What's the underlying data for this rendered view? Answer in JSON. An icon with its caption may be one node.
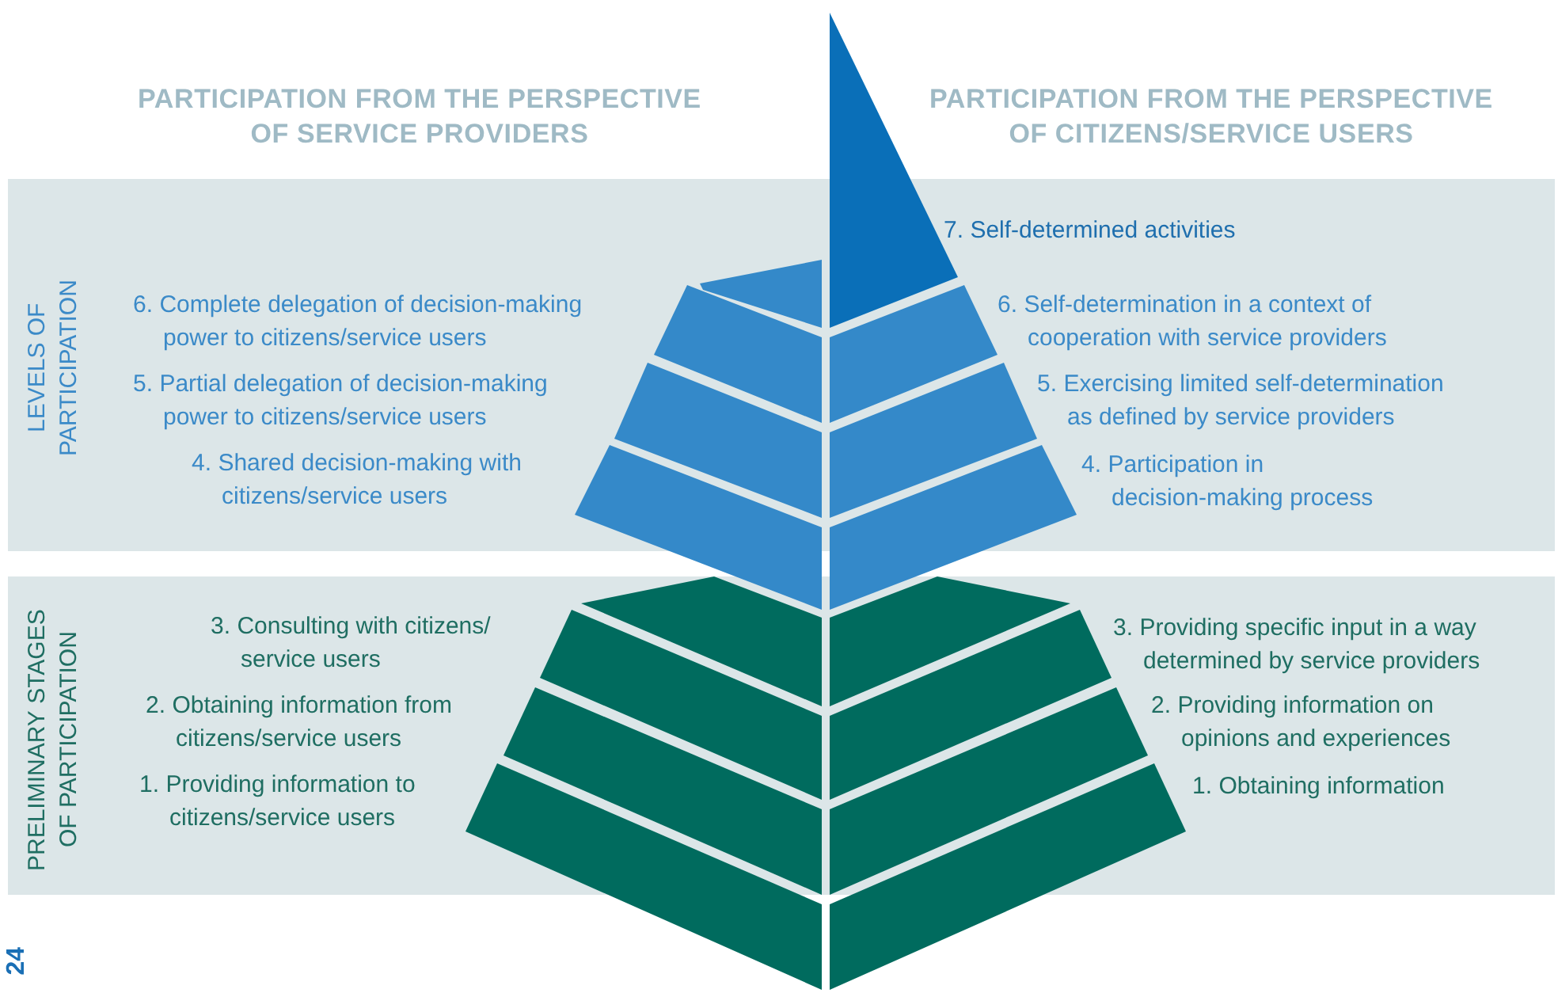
{
  "diagram": {
    "nodes": [
      {
        "text": [
          "LEVELS OF PARTICIPATION",
          "7. Self-determined activities",
          "6. Complete delegation of decision-making power to citizens/service users",
          "6. Self-determination in a context of cooperation with service providers",
          "5. Partial delegation of decision-making power to citizens/service users",
          "5. Exercising limited self-determination as defined by service providers",
          "4. Shared decision-making with citizens/service users",
          "4. Participation in decision-making process"
        ]
      },
      {
        "text": [
          "PRELIMINARY STAGES OF PARTICIPATION",
          "3. Consulting with citizens/ service users",
          "3. Providing specific input in a way determined by service providers",
          "2. Obtaining information from citizens/service users",
          "2. Providing information on opinions and experiences",
          "1. Providing information to citizens/service users",
          "1. Obtaining information"
        ]
      }
    ],
    "labels": [
      "PARTICIPATION FROM THE PERSPECTIVE OF SERVICE PROVIDERS",
      "PARTICIPATION FROM THE PERSPECTIVE OF CITIZENS/SERVICE USERS",
      "24"
    ]
  }
}
